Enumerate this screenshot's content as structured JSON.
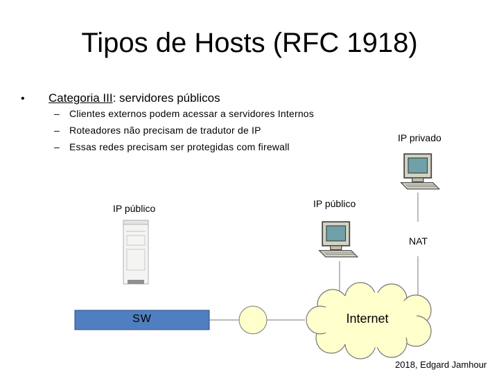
{
  "title": "Tipos de Hosts (RFC 1918)",
  "bullet": {
    "category": "Categoria III",
    "text": ": servidores públicos",
    "subitems": [
      "Clientes externos podem acessar a servidores Internos",
      "Roteadores não precisam de tradutor de IP",
      "Essas redes precisam ser protegidas com firewall"
    ]
  },
  "labels": {
    "ip_publico_left": "IP público",
    "ip_publico_mid": "IP público",
    "ip_privado": "IP privado",
    "nat": "NAT",
    "sw": "SW",
    "internet": "Internet"
  },
  "credit": "2018, Edgard Jamhour",
  "colors": {
    "switch_fill": "#4f7fc0",
    "cloud_fill": "#ffffcc",
    "computer_fill": "#d4d4c4",
    "screen_fill": "#70a0a8"
  }
}
